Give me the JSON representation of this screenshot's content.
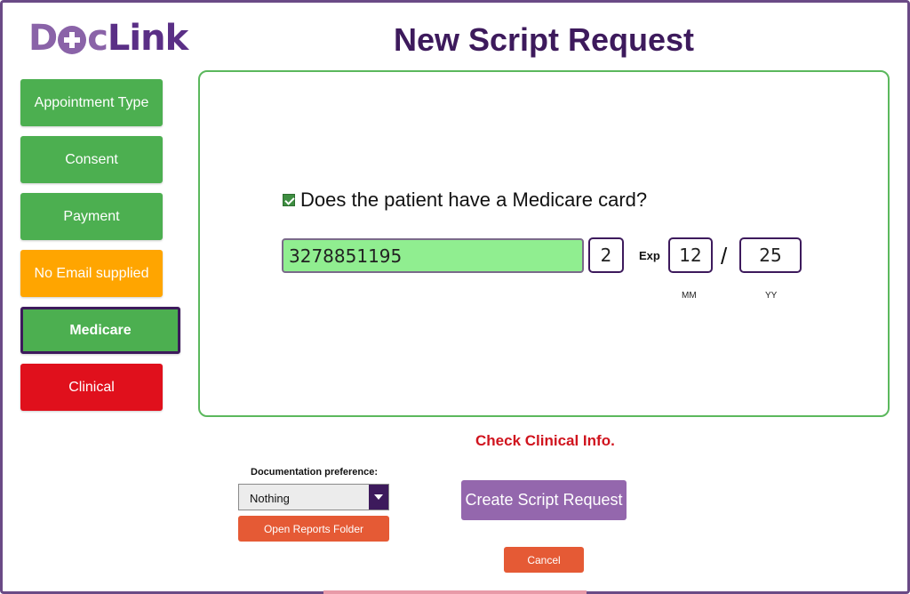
{
  "app": {
    "logo_part1": "D",
    "logo_part2": "c",
    "logo_part3": "Link"
  },
  "page_title": "New Script Request",
  "sidebar": {
    "items": [
      {
        "label": "Appointment Type",
        "status": "complete"
      },
      {
        "label": "Consent",
        "status": "complete"
      },
      {
        "label": "Payment",
        "status": "complete"
      },
      {
        "label": "No Email supplied",
        "status": "warning"
      },
      {
        "label": "Medicare",
        "status": "complete",
        "active": true
      },
      {
        "label": "Clinical",
        "status": "error"
      }
    ]
  },
  "medicare": {
    "question": "Does the patient have a Medicare card?",
    "has_card": true,
    "number": "3278851195",
    "irn": "2",
    "exp_label": "Exp",
    "exp_mm": "12",
    "exp_yy": "25",
    "mm_label": "MM",
    "yy_label": "YY",
    "slash": "/"
  },
  "warning_text": "Check Clinical Info.",
  "documentation": {
    "label": "Documentation preference:",
    "selected": "Nothing"
  },
  "buttons": {
    "open_reports": "Open Reports Folder",
    "create_script": "Create Script Request",
    "cancel": "Cancel"
  },
  "colors": {
    "brand_purple": "#3d1a5c",
    "complete_green": "#4caf50",
    "warning_orange": "#ffa500",
    "error_red": "#e0101c",
    "field_green": "#90ee90",
    "action_orange": "#e55a35"
  }
}
